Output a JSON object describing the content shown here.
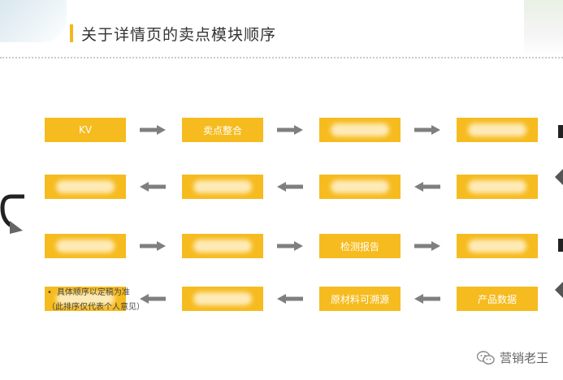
{
  "title": "关于详情页的卖点模块顺序",
  "flow_rows": [
    {
      "direction": "right",
      "boxes": [
        {
          "label": "KV",
          "obscured": false
        },
        {
          "label": "卖点整合",
          "obscured": false
        },
        {
          "label": "",
          "obscured": true
        },
        {
          "label": "",
          "obscured": true
        }
      ]
    },
    {
      "direction": "left",
      "boxes": [
        {
          "label": "",
          "obscured": true
        },
        {
          "label": "",
          "obscured": true
        },
        {
          "label": "",
          "obscured": true
        },
        {
          "label": "",
          "obscured": true
        }
      ]
    },
    {
      "direction": "right",
      "boxes": [
        {
          "label": "",
          "obscured": true
        },
        {
          "label": "",
          "obscured": true
        },
        {
          "label": "检测报告",
          "obscured": false
        },
        {
          "label": "",
          "obscured": true
        }
      ]
    },
    {
      "direction": "left",
      "boxes": [
        {
          "label": "",
          "obscured": true
        },
        {
          "label": "",
          "obscured": true
        },
        {
          "label": "原材料可溯源",
          "obscured": false
        },
        {
          "label": "产品数据",
          "obscured": false
        }
      ]
    }
  ],
  "notes": {
    "bullet": "•",
    "line1": "具体顺序以定稿为准",
    "line2": "（此排序仅代表个人意见）"
  },
  "watermark": {
    "text": "营销老王",
    "icon": "wechat-icon"
  },
  "colors": {
    "box": "#f6bb1e",
    "arrow": "#7f7f7f",
    "title_bar": "#f2b81e",
    "connector_dark": "#222222",
    "connector_gray": "#666666"
  }
}
